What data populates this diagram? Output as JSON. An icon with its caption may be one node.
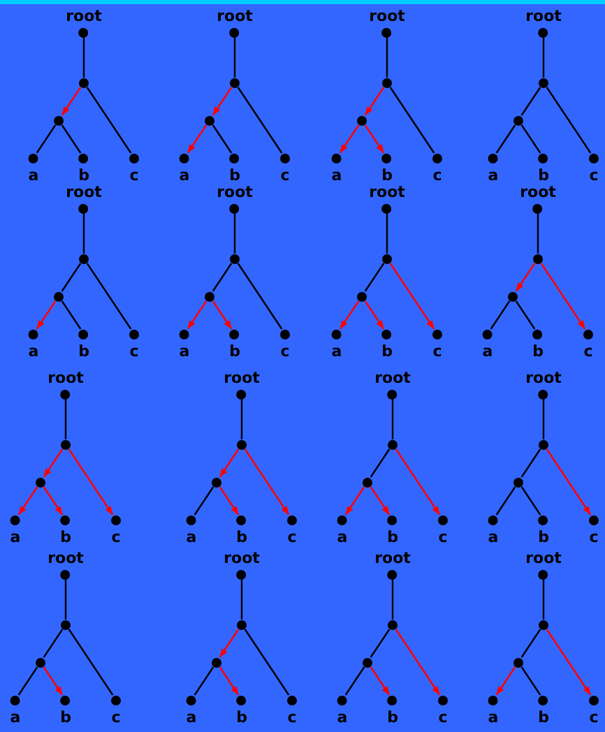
{
  "diagram": {
    "nodes": [
      {
        "text": [
          "root"
        ]
      },
      {
        "text": [],
        "shape": "circle"
      },
      {
        "text": [],
        "shape": "circle"
      },
      {
        "text": [
          "a"
        ]
      },
      {
        "text": [
          "b"
        ]
      },
      {
        "text": [
          "c"
        ]
      },
      {
        "text": [
          "root"
        ]
      },
      {
        "text": [],
        "shape": "circle"
      },
      {
        "text": [],
        "shape": "circle"
      },
      {
        "text": [
          "a"
        ]
      },
      {
        "text": [
          "b"
        ]
      },
      {
        "text": [
          "c"
        ]
      },
      {
        "text": [
          "root"
        ]
      },
      {
        "text": [],
        "shape": "circle"
      },
      {
        "text": [],
        "shape": "circle"
      },
      {
        "text": [
          "a"
        ]
      },
      {
        "text": [
          "b"
        ]
      },
      {
        "text": [
          "c"
        ]
      },
      {
        "text": [
          "root"
        ]
      },
      {
        "text": [],
        "shape": "circle"
      },
      {
        "text": [],
        "shape": "circle"
      },
      {
        "text": [
          "a"
        ]
      },
      {
        "text": [
          "b"
        ]
      },
      {
        "text": [
          "c"
        ]
      },
      {
        "text": [
          "root"
        ]
      },
      {
        "text": [],
        "shape": "circle"
      },
      {
        "text": [],
        "shape": "circle"
      },
      {
        "text": [
          "a"
        ]
      },
      {
        "text": [
          "b"
        ]
      },
      {
        "text": [
          "c"
        ]
      },
      {
        "text": [
          "root"
        ]
      },
      {
        "text": [],
        "shape": "circle"
      },
      {
        "text": [],
        "shape": "circle"
      },
      {
        "text": [
          "a"
        ]
      },
      {
        "text": [
          "b"
        ]
      },
      {
        "text": [
          "c"
        ]
      },
      {
        "text": [
          "root"
        ]
      },
      {
        "text": [],
        "shape": "circle"
      },
      {
        "text": [],
        "shape": "circle"
      },
      {
        "text": [
          "a"
        ]
      },
      {
        "text": [
          "b"
        ]
      },
      {
        "text": [
          "c"
        ]
      },
      {
        "text": [
          "root"
        ]
      },
      {
        "text": [],
        "shape": "circle"
      },
      {
        "text": [],
        "shape": "circle"
      },
      {
        "text": [
          "a"
        ]
      },
      {
        "text": [
          "b"
        ]
      },
      {
        "text": [
          "c"
        ]
      },
      {
        "text": [
          "root"
        ]
      },
      {
        "text": [],
        "shape": "circle"
      },
      {
        "text": [],
        "shape": "circle"
      },
      {
        "text": [
          "a"
        ]
      },
      {
        "text": [
          "b"
        ]
      },
      {
        "text": [
          "c"
        ]
      },
      {
        "text": [
          "root"
        ]
      },
      {
        "text": [],
        "shape": "circle"
      },
      {
        "text": [],
        "shape": "circle"
      },
      {
        "text": [
          "a"
        ]
      },
      {
        "text": [
          "b"
        ]
      },
      {
        "text": [
          "c"
        ]
      },
      {
        "text": [
          "root"
        ]
      },
      {
        "text": [],
        "shape": "circle"
      },
      {
        "text": [],
        "shape": "circle"
      },
      {
        "text": [
          "a"
        ]
      },
      {
        "text": [
          "b"
        ]
      },
      {
        "text": [
          "c"
        ]
      },
      {
        "text": [
          "root"
        ]
      },
      {
        "text": [],
        "shape": "circle"
      },
      {
        "text": [],
        "shape": "circle"
      },
      {
        "text": [
          "a"
        ]
      },
      {
        "text": [
          "b"
        ]
      },
      {
        "text": [
          "c"
        ]
      },
      {
        "text": [
          "root"
        ]
      },
      {
        "text": [],
        "shape": "circle"
      },
      {
        "text": [],
        "shape": "circle"
      },
      {
        "text": [
          "a"
        ]
      },
      {
        "text": [
          "b"
        ]
      },
      {
        "text": [
          "c"
        ]
      },
      {
        "text": [
          "root"
        ]
      },
      {
        "text": [],
        "shape": "circle"
      },
      {
        "text": [],
        "shape": "circle"
      },
      {
        "text": [
          "a"
        ]
      },
      {
        "text": [
          "b"
        ]
      },
      {
        "text": [
          "c"
        ]
      },
      {
        "text": [
          "root"
        ]
      },
      {
        "text": [],
        "shape": "circle"
      },
      {
        "text": [],
        "shape": "circle"
      },
      {
        "text": [
          "a"
        ]
      },
      {
        "text": [
          "b"
        ]
      },
      {
        "text": [
          "c"
        ]
      },
      {
        "text": [
          "root"
        ]
      },
      {
        "text": [],
        "shape": "circle"
      },
      {
        "text": [],
        "shape": "circle"
      },
      {
        "text": [
          "a"
        ]
      },
      {
        "text": [
          "b"
        ]
      },
      {
        "text": [
          "c"
        ]
      }
    ],
    "edges": [
      {
        "from": 0,
        "to": 1,
        "arrow": "none"
      },
      {
        "from": 1,
        "to": 2,
        "arrow": "to",
        "color": "#ff0000"
      },
      {
        "from": 2,
        "to": 3,
        "arrow": "none"
      },
      {
        "from": 2,
        "to": 4,
        "arrow": "none"
      },
      {
        "from": 1,
        "to": 5,
        "arrow": "none"
      },
      {
        "from": 6,
        "to": 7,
        "arrow": "none"
      },
      {
        "from": 7,
        "to": 8,
        "arrow": "to",
        "color": "#ff0000"
      },
      {
        "from": 8,
        "to": 9,
        "arrow": "to",
        "color": "#ff0000"
      },
      {
        "from": 8,
        "to": 10,
        "arrow": "none"
      },
      {
        "from": 7,
        "to": 11,
        "arrow": "none"
      },
      {
        "from": 12,
        "to": 13,
        "arrow": "none"
      },
      {
        "from": 13,
        "to": 14,
        "arrow": "to",
        "color": "#ff0000"
      },
      {
        "from": 14,
        "to": 15,
        "arrow": "to",
        "color": "#ff0000"
      },
      {
        "from": 14,
        "to": 16,
        "arrow": "to",
        "color": "#ff0000"
      },
      {
        "from": 13,
        "to": 17,
        "arrow": "none"
      },
      {
        "from": 18,
        "to": 19,
        "arrow": "none"
      },
      {
        "from": 19,
        "to": 20,
        "arrow": "none"
      },
      {
        "from": 20,
        "to": 21,
        "arrow": "none"
      },
      {
        "from": 20,
        "to": 22,
        "arrow": "none"
      },
      {
        "from": 19,
        "to": 23,
        "arrow": "none"
      },
      {
        "from": 24,
        "to": 25,
        "arrow": "none"
      },
      {
        "from": 25,
        "to": 26,
        "arrow": "none"
      },
      {
        "from": 26,
        "to": 27,
        "arrow": "to",
        "color": "#ff0000"
      },
      {
        "from": 26,
        "to": 28,
        "arrow": "none"
      },
      {
        "from": 25,
        "to": 29,
        "arrow": "none"
      },
      {
        "from": 30,
        "to": 31,
        "arrow": "none"
      },
      {
        "from": 31,
        "to": 32,
        "arrow": "none"
      },
      {
        "from": 32,
        "to": 33,
        "arrow": "to",
        "color": "#ff0000"
      },
      {
        "from": 32,
        "to": 34,
        "arrow": "to",
        "color": "#ff0000"
      },
      {
        "from": 31,
        "to": 35,
        "arrow": "none"
      },
      {
        "from": 36,
        "to": 37,
        "arrow": "none"
      },
      {
        "from": 37,
        "to": 38,
        "arrow": "none"
      },
      {
        "from": 38,
        "to": 39,
        "arrow": "to",
        "color": "#ff0000"
      },
      {
        "from": 38,
        "to": 40,
        "arrow": "to",
        "color": "#ff0000"
      },
      {
        "from": 37,
        "to": 41,
        "arrow": "to",
        "color": "#ff0000"
      },
      {
        "from": 42,
        "to": 43,
        "arrow": "none"
      },
      {
        "from": 43,
        "to": 44,
        "arrow": "to",
        "color": "#ff0000"
      },
      {
        "from": 44,
        "to": 45,
        "arrow": "none"
      },
      {
        "from": 44,
        "to": 46,
        "arrow": "none"
      },
      {
        "from": 43,
        "to": 47,
        "arrow": "to",
        "color": "#ff0000"
      },
      {
        "from": 48,
        "to": 49,
        "arrow": "none"
      },
      {
        "from": 49,
        "to": 50,
        "arrow": "to",
        "color": "#ff0000"
      },
      {
        "from": 50,
        "to": 51,
        "arrow": "to",
        "color": "#ff0000"
      },
      {
        "from": 50,
        "to": 52,
        "arrow": "to",
        "color": "#ff0000"
      },
      {
        "from": 49,
        "to": 53,
        "arrow": "to",
        "color": "#ff0000"
      },
      {
        "from": 54,
        "to": 55,
        "arrow": "none"
      },
      {
        "from": 55,
        "to": 56,
        "arrow": "to",
        "color": "#ff0000"
      },
      {
        "from": 56,
        "to": 57,
        "arrow": "none"
      },
      {
        "from": 56,
        "to": 58,
        "arrow": "to",
        "color": "#ff0000"
      },
      {
        "from": 55,
        "to": 59,
        "arrow": "to",
        "color": "#ff0000"
      },
      {
        "from": 60,
        "to": 61,
        "arrow": "none"
      },
      {
        "from": 61,
        "to": 62,
        "arrow": "none"
      },
      {
        "from": 62,
        "to": 63,
        "arrow": "to",
        "color": "#ff0000"
      },
      {
        "from": 62,
        "to": 64,
        "arrow": "to",
        "color": "#ff0000"
      },
      {
        "from": 61,
        "to": 65,
        "arrow": "to",
        "color": "#ff0000"
      },
      {
        "from": 66,
        "to": 67,
        "arrow": "none"
      },
      {
        "from": 67,
        "to": 68,
        "arrow": "none"
      },
      {
        "from": 68,
        "to": 69,
        "arrow": "none"
      },
      {
        "from": 68,
        "to": 70,
        "arrow": "none"
      },
      {
        "from": 67,
        "to": 71,
        "arrow": "to",
        "color": "#ff0000"
      },
      {
        "from": 72,
        "to": 73,
        "arrow": "none"
      },
      {
        "from": 73,
        "to": 74,
        "arrow": "none"
      },
      {
        "from": 74,
        "to": 75,
        "arrow": "none"
      },
      {
        "from": 74,
        "to": 76,
        "arrow": "to",
        "color": "#ff0000"
      },
      {
        "from": 73,
        "to": 77,
        "arrow": "none"
      },
      {
        "from": 78,
        "to": 79,
        "arrow": "none"
      },
      {
        "from": 79,
        "to": 80,
        "arrow": "to",
        "color": "#ff0000"
      },
      {
        "from": 80,
        "to": 81,
        "arrow": "none"
      },
      {
        "from": 80,
        "to": 82,
        "arrow": "to",
        "color": "#ff0000"
      },
      {
        "from": 79,
        "to": 83,
        "arrow": "none"
      },
      {
        "from": 84,
        "to": 85,
        "arrow": "none"
      },
      {
        "from": 85,
        "to": 86,
        "arrow": "none"
      },
      {
        "from": 86,
        "to": 87,
        "arrow": "none"
      },
      {
        "from": 86,
        "to": 88,
        "arrow": "to",
        "color": "#ff0000"
      },
      {
        "from": 85,
        "to": 89,
        "arrow": "to",
        "color": "#ff0000"
      },
      {
        "from": 90,
        "to": 91,
        "arrow": "none"
      },
      {
        "from": 91,
        "to": 92,
        "arrow": "none"
      },
      {
        "from": 92,
        "to": 93,
        "arrow": "to",
        "color": "#ff0000"
      },
      {
        "from": 92,
        "to": 94,
        "arrow": "none"
      },
      {
        "from": 91,
        "to": 95,
        "arrow": "to",
        "color": "#ff0000"
      }
    ]
  }
}
